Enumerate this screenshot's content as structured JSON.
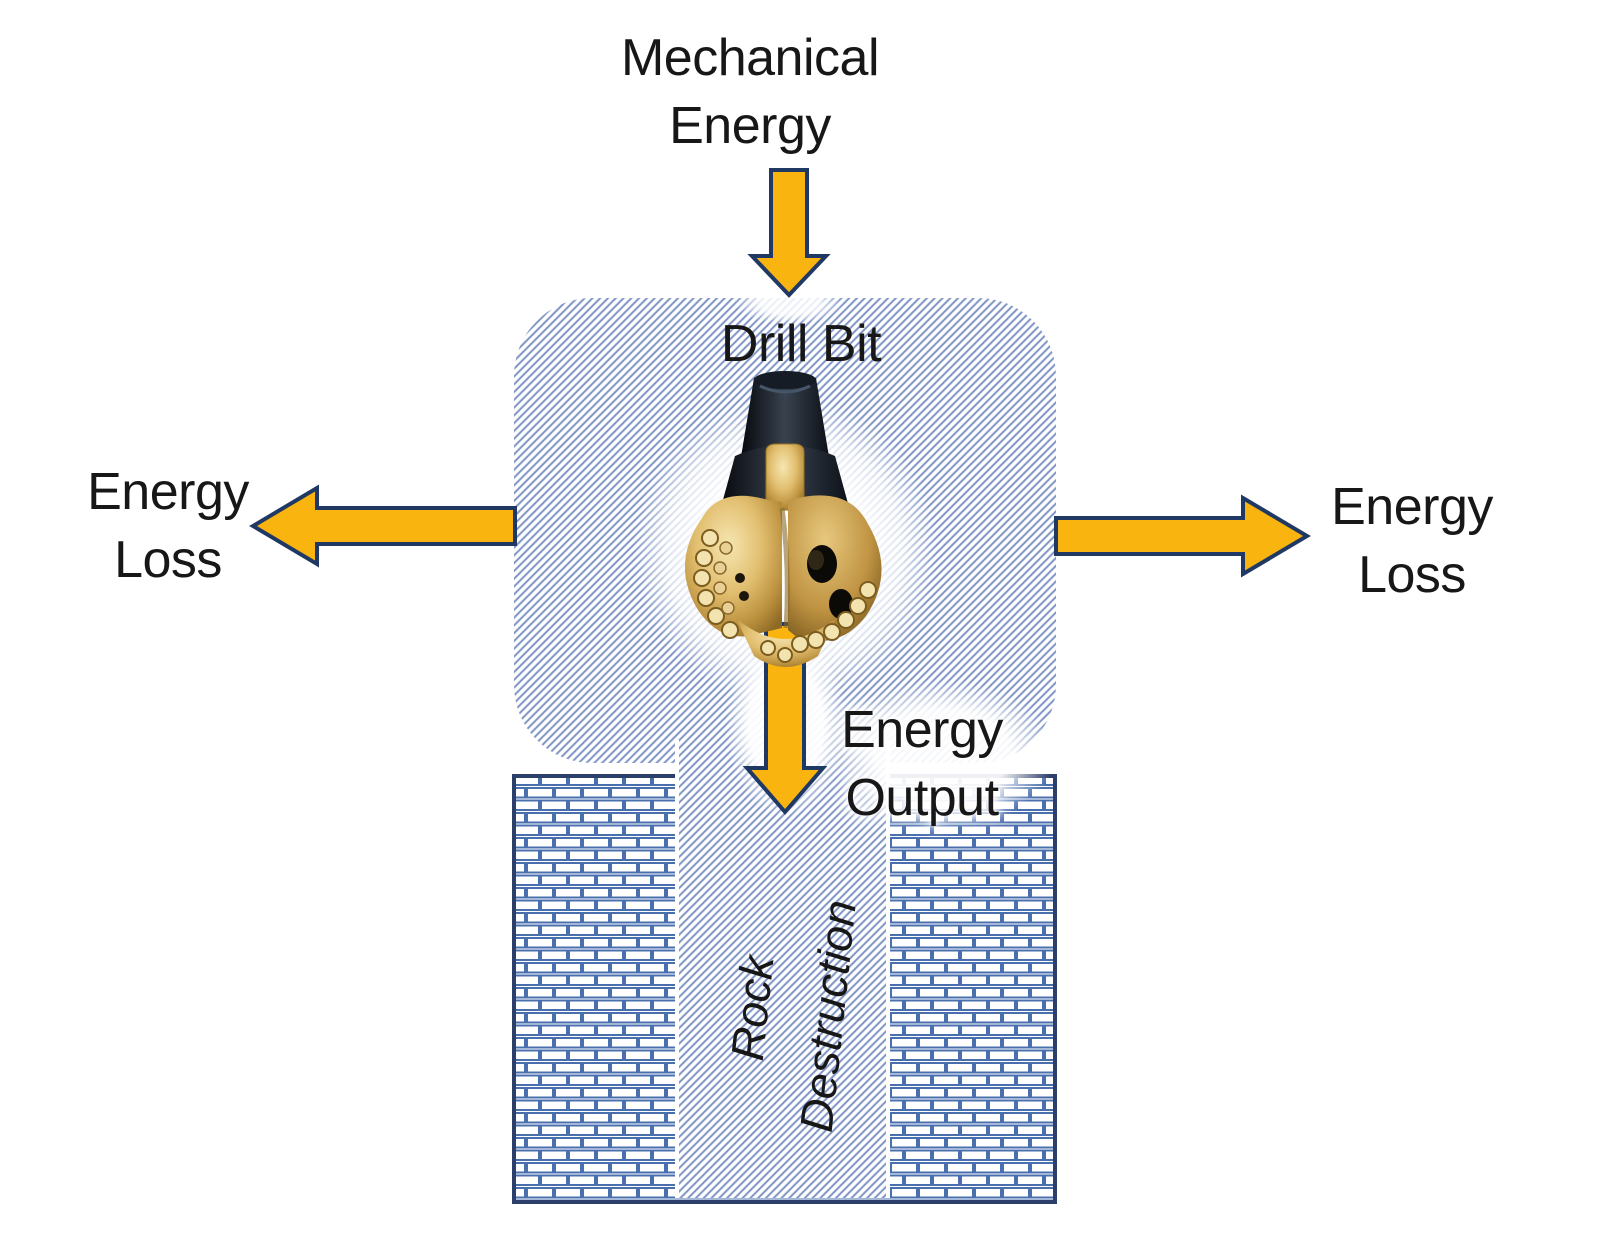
{
  "diagram": {
    "mechanical_energy": {
      "line1": "Mechanical",
      "line2": "Energy"
    },
    "drill_bit_label": "Drill Bit",
    "energy_loss_left": {
      "line1": "Energy",
      "line2": "Loss"
    },
    "energy_loss_right": {
      "line1": "Energy",
      "line2": "Loss"
    },
    "energy_output": {
      "line1": "Energy",
      "line2": "Output"
    },
    "rock_destruction": {
      "line1": "Rock",
      "line2": "Destruction"
    }
  },
  "icons": {
    "top_arrow": "down-arrow-icon",
    "left_arrow": "left-arrow-icon",
    "right_arrow": "right-arrow-icon",
    "output_arrow": "down-arrow-icon",
    "drill_bit": "drill-bit-3d-image"
  },
  "colors": {
    "arrow_fill": "#FAB40F",
    "arrow_stroke": "#1F3864",
    "hatch_blue": "#7E94C4",
    "brick_blue": "#4A6FAE",
    "rock_border": "#2C3F6B",
    "text": "#171717",
    "background": "#FFFFFF"
  }
}
